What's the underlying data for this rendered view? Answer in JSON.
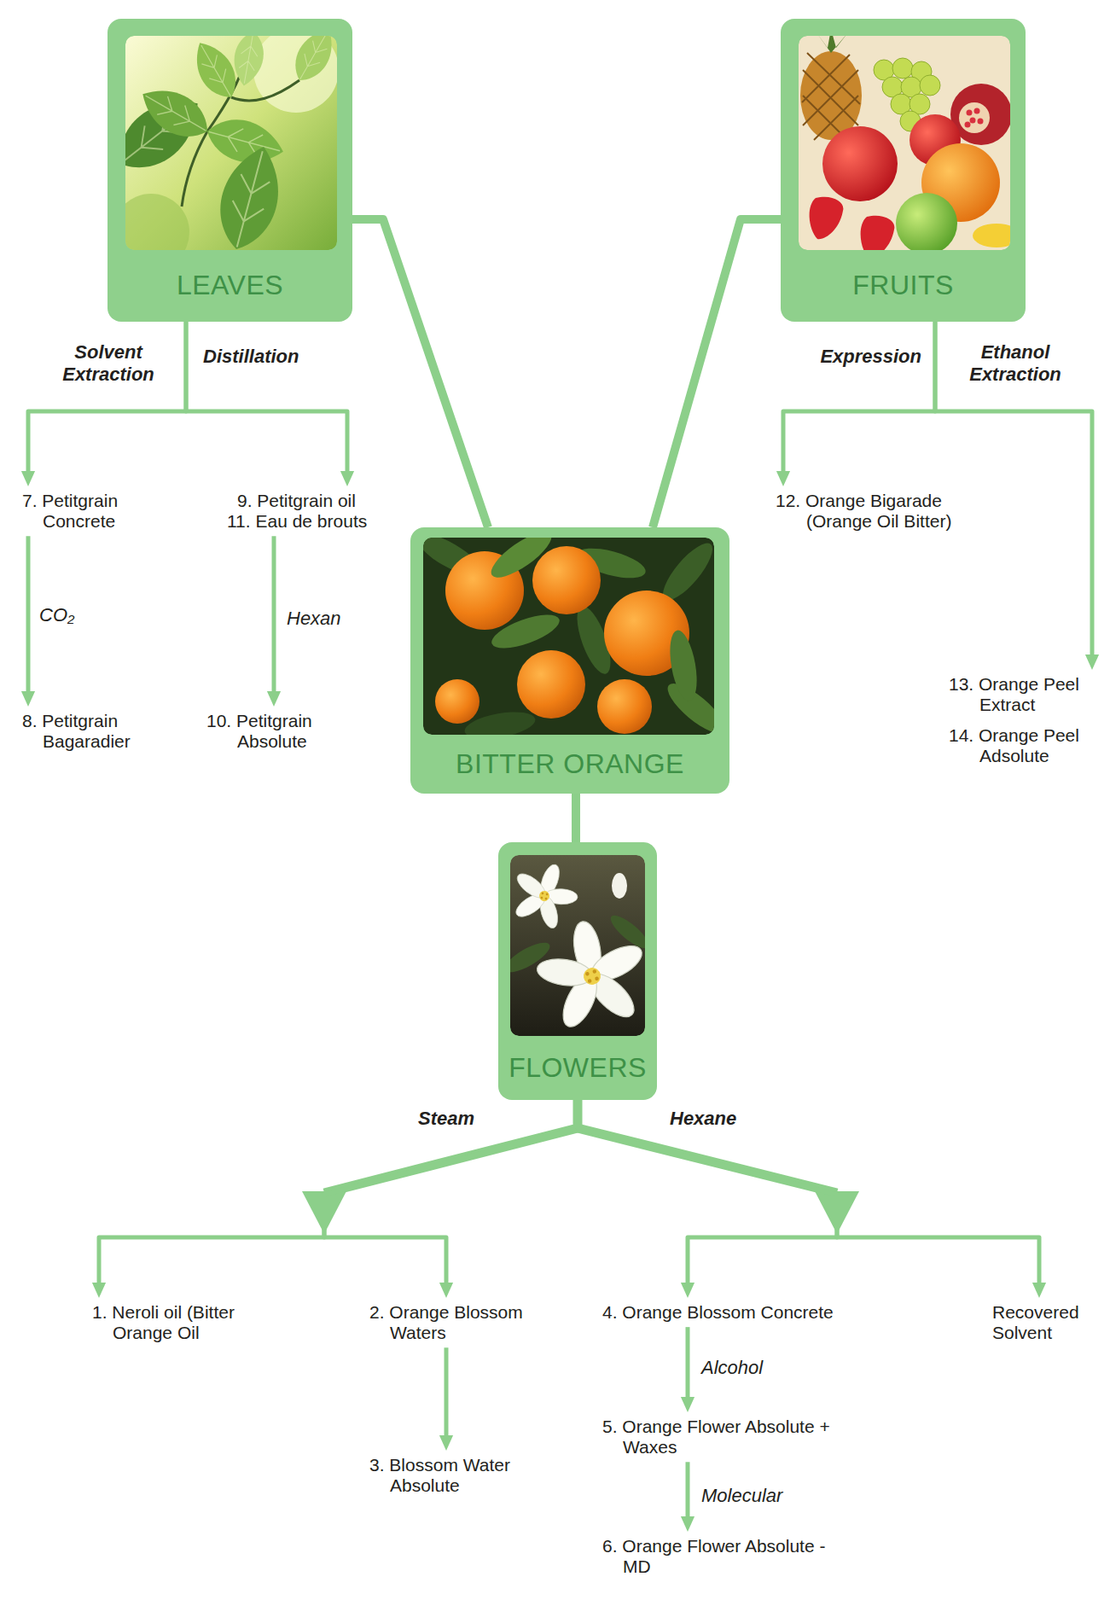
{
  "diagram": {
    "nodes": [
      {
        "text": [
          "LEAVES"
        ]
      },
      {
        "text": [
          "FRUITS"
        ]
      },
      {
        "text": [
          "7. Petitgrain Concrete"
        ]
      },
      {
        "text": [
          "9. Petitgrain oil",
          "11. Eau de brouts"
        ]
      },
      {
        "text": [
          "12. Orange Bigarade (Orange Oil Bitter)"
        ]
      },
      {
        "text": [
          "BITTER ORANGE"
        ]
      },
      {
        "text": [
          "13. Orange Peel Extract",
          "14. Orange Peel Adsolute"
        ]
      },
      {
        "text": [
          "8. Petitgrain Bagaradier"
        ]
      },
      {
        "text": [
          "10. Petitgrain Absolute"
        ]
      },
      {
        "text": [
          "FLOWERS"
        ]
      },
      {
        "text": [
          "1. Neroli oil (Bitter Orange Oil"
        ]
      },
      {
        "text": [
          "2. Orange Blossom Waters"
        ]
      },
      {
        "text": [
          "4. Orange Blossom Concrete"
        ]
      },
      {
        "text": [
          "Recovered Solvent"
        ]
      },
      {
        "text": [
          "3. Blossom Water Absolute"
        ]
      },
      {
        "text": [
          "5. Orange Flower Absolute + Waxes"
        ]
      },
      {
        "text": [
          "6. Orange Flower Absolute - MD"
        ]
      }
    ],
    "edges": [
      {
        "from": 5,
        "to": 0,
        "arrow": "none"
      },
      {
        "from": 5,
        "to": 1,
        "arrow": "none"
      },
      {
        "from": 5,
        "to": 9,
        "arrow": "none"
      },
      {
        "from": 0,
        "to": 2,
        "label": "Solvent Extraction",
        "arrow": "to"
      },
      {
        "from": 0,
        "to": 3,
        "label": "Distillation",
        "arrow": "to"
      },
      {
        "from": 1,
        "to": 4,
        "label": "Expression",
        "arrow": "to"
      },
      {
        "from": 1,
        "to": 6,
        "label": "Ethanol Extraction",
        "arrow": "to"
      },
      {
        "from": 2,
        "to": 7,
        "label": "CO₂",
        "arrow": "to"
      },
      {
        "from": 3,
        "to": 8,
        "label": "Hexan",
        "arrow": "to"
      },
      {
        "from": 9,
        "to": 10,
        "label": "Steam",
        "arrow": "to"
      },
      {
        "from": 9,
        "to": 11,
        "arrow": "to"
      },
      {
        "from": 9,
        "to": 12,
        "label": "Hexane",
        "arrow": "to"
      },
      {
        "from": 9,
        "to": 13,
        "arrow": "to"
      },
      {
        "from": 11,
        "to": 14,
        "arrow": "to"
      },
      {
        "from": 12,
        "to": 15,
        "label": "Alcohol",
        "arrow": "to"
      },
      {
        "from": 15,
        "to": 16,
        "label": "Molecular",
        "arrow": "to"
      }
    ]
  }
}
